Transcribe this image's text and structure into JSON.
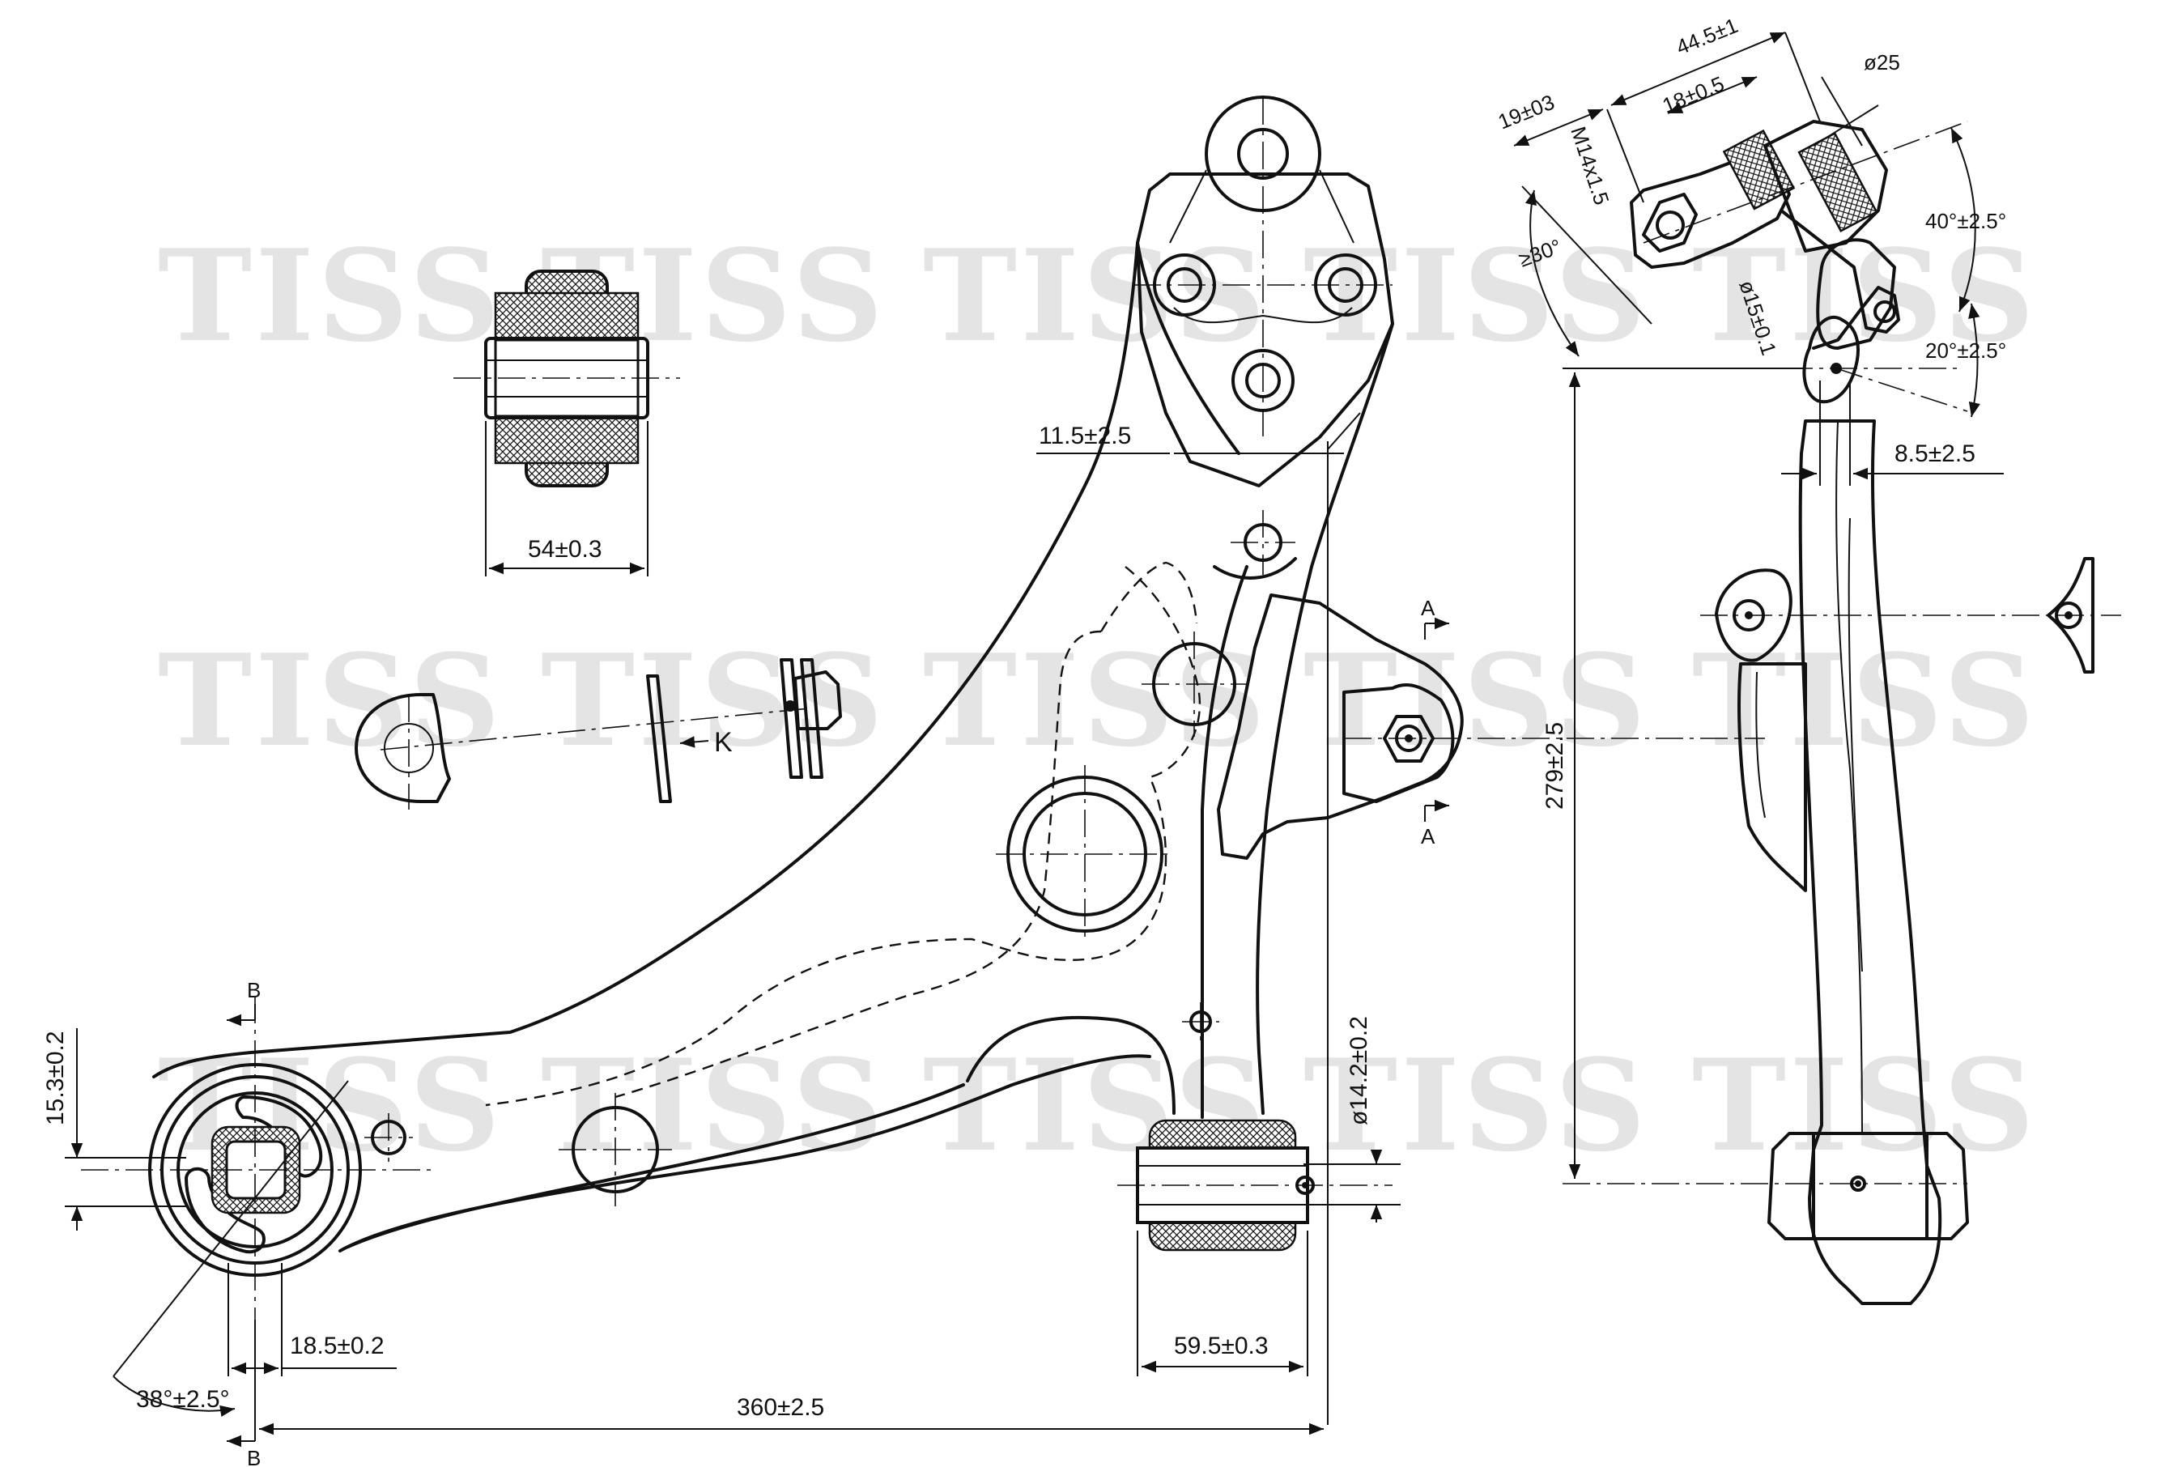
{
  "watermark": "TISS",
  "colors": {
    "line": "#111111",
    "watermark": "#e4e4e4",
    "background": "#ffffff"
  },
  "bushing_detail": {
    "width_dim": "54±0.3"
  },
  "section_view": {
    "arrow_label": "K"
  },
  "main_view": {
    "dim_offset_top": "11.5±2.5",
    "dim_bushing_dia": "ø14.2±0.2",
    "dim_bushing_width": "59.5±0.3",
    "dim_length": "360±2.5",
    "dim_offset": "18.5±0.2",
    "dim_height": "15.3±0.2",
    "dim_angle": "38°±2.5°",
    "section_a_top": "A",
    "section_a_bottom": "A",
    "section_b_top": "B",
    "section_b_bottom": "B"
  },
  "side_view": {
    "dim_height": "279±2.5",
    "dim_offset": "8.5±2.5",
    "dim_angle_lower": "20°±2.5°",
    "dim_angle_upper": "40°±2.5°",
    "dim_ball_dia": "ø25",
    "dim_stud_length": "44.5±1",
    "dim_stud_a": "18±0.5",
    "dim_stud_b": "19±03",
    "dim_thread": "M14x1.5",
    "dim_taper": "ø15±0.1",
    "dim_cone_angle": "≥30°"
  }
}
